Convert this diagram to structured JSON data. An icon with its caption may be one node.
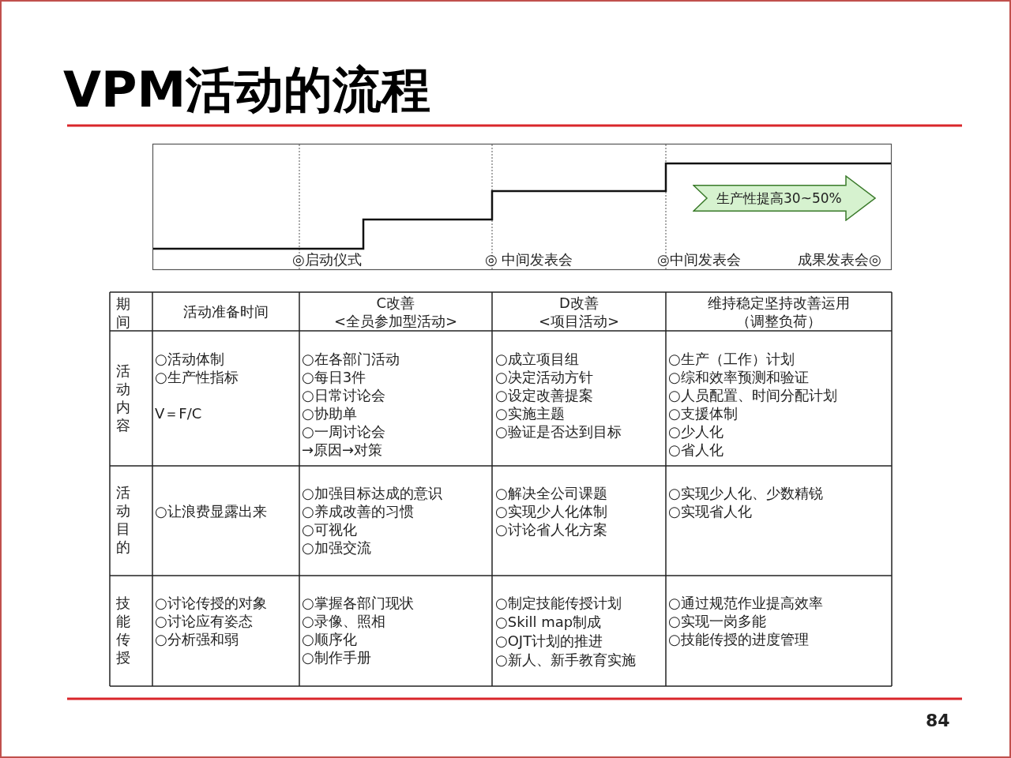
{
  "diagram": {
    "title": "VPM活动的流程",
    "nodes": [
      {
        "text": [
          "生产性提高30~50%"
        ]
      }
    ],
    "labels": [
      "◎启动仪式",
      "◎ 中间发表会",
      "◎中间发表会",
      "成果发表会◎",
      "期间",
      "活动准备时间",
      "C改善",
      "<全员参加型活动>",
      "D改善",
      "<项目活动>",
      "维持稳定坚持改善运用",
      "（调整负荷）",
      "活动内容",
      "○活动体制",
      "○生产性指标",
      "V＝F/C",
      "○在各部门活动",
      "○每日3件",
      "○日常讨论会",
      "○协助单",
      "○一周讨论会",
      "→原因→对策",
      "○成立项目组",
      "○决定活动方针",
      "○设定改善提案",
      "○实施主题",
      "○验证是否达到目标",
      "○生产（工作）计划",
      "○综和效率预测和验证",
      "○人员配置、时间分配计划",
      "○支援体制",
      "○少人化",
      "○省人化",
      "活动目的",
      "○让浪费显露出来",
      "○加强目标达成的意识",
      "○养成改善的习惯",
      "○可视化",
      "○加强交流",
      "○解决全公司课题",
      "○实现少人化体制",
      "○讨论省人化方案",
      "○实现少人化、少数精锐",
      "○实现省人化",
      "技能传授",
      "○讨论传授的对象",
      "○讨论应有姿态",
      "○分析强和弱",
      "○掌握各部门现状",
      "○录像、照相",
      "○顺序化",
      "○制作手册",
      "○制定技能传授计划",
      "○Skill map制成",
      "○OJT计划的推进",
      "○新人、新手教育实施",
      "○通过规范作业提高效率",
      "○实现一岗多能",
      "○技能传授的进度管理",
      "84"
    ]
  }
}
